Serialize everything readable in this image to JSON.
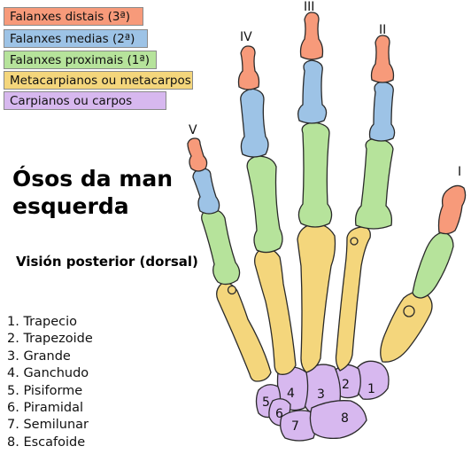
{
  "legend": [
    {
      "label": "Falanxes distais (3ª)",
      "color": "#f79a7a"
    },
    {
      "label": "Falanxes medias (2ª)",
      "color": "#9dc3e6"
    },
    {
      "label": "Falanxes proximais (1ª)",
      "color": "#b6e39b"
    },
    {
      "label": "Metacarpianos ou metacarpos",
      "color": "#f4d67c"
    },
    {
      "label": "Carpianos ou carpos",
      "color": "#d7b8ef"
    }
  ],
  "title_line1": "Ósos da man",
  "title_line2": "esquerda",
  "subtitle": "Visión posterior (dorsal)",
  "carpals": [
    "1. Trapecio",
    "2. Trapezoide",
    "3. Grande",
    "4. Ganchudo",
    "5. Pisiforme",
    "6. Piramidal",
    "7. Semilunar",
    "8. Escafoide"
  ],
  "fingers": [
    "I",
    "II",
    "III",
    "IV",
    "V"
  ],
  "carpal_numbers": [
    "1",
    "2",
    "3",
    "4",
    "5",
    "6",
    "7",
    "8"
  ],
  "colors": {
    "distal": "#f79a7a",
    "middle": "#9dc3e6",
    "proximal": "#b6e39b",
    "metacarpal": "#f4d67c",
    "carpal": "#d7b8ef",
    "stroke": "#2a2a2a"
  }
}
